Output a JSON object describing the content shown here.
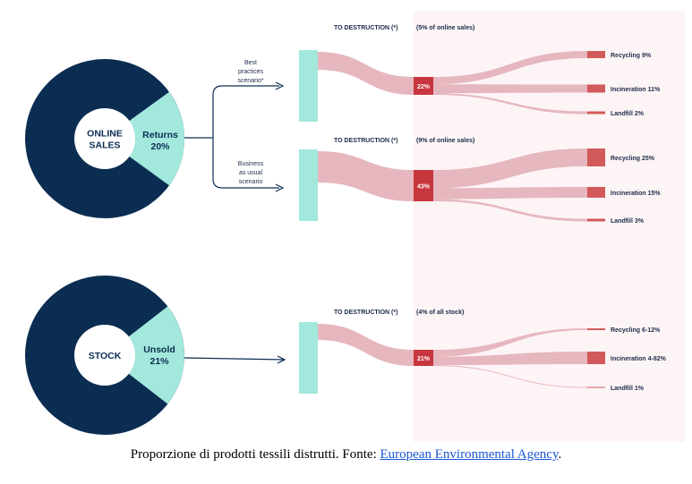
{
  "colors": {
    "navy": "#0b2d52",
    "mint": "#a3e8dc",
    "flow": "#e6b7bf",
    "node": "#c8363d",
    "outcome": "#d25a5a",
    "panel": "#fdf4f6",
    "text": "#1d2b4a"
  },
  "donuts": {
    "online": {
      "center_lines": [
        "ONLINE",
        "SALES"
      ],
      "slice_lines": [
        "Returns",
        "20%"
      ],
      "share": 0.2
    },
    "stock": {
      "center_lines": [
        "STOCK"
      ],
      "slice_lines": [
        "Unsold",
        "21%"
      ],
      "share": 0.21
    }
  },
  "branches": {
    "best_lines": [
      "Best",
      "practices",
      "scenario*"
    ],
    "usual_lines": [
      "Business",
      "as usual",
      "scenario"
    ]
  },
  "flows": [
    {
      "destruction_label": "TO DESTRUCTION (*)",
      "share_label": "(5% of online sales)",
      "node_label": "22%",
      "outcomes": [
        {
          "label": "Recycling 9%",
          "value": 9
        },
        {
          "label": "Incineration 11%",
          "value": 11
        },
        {
          "label": "Landfill 2%",
          "value": 2
        }
      ]
    },
    {
      "destruction_label": "TO DESTRUCTION (*)",
      "share_label": "(9% of online sales)",
      "node_label": "43%",
      "outcomes": [
        {
          "label": "Recycling 25%",
          "value": 25
        },
        {
          "label": "Incineration 15%",
          "value": 15
        },
        {
          "label": "Landfill 3%",
          "value": 3
        }
      ]
    },
    {
      "destruction_label": "TO DESTRUCTION (*)",
      "share_label": "(4% of all stock)",
      "node_label": "21%",
      "outcomes": [
        {
          "label": "Recycling 6-12%",
          "value": 9
        },
        {
          "label": "Incineration 4-82%",
          "value": 11
        },
        {
          "label": "Landfill 1%",
          "value": 1
        }
      ]
    }
  ],
  "caption": {
    "prefix": "Proporzione di prodotti tessili distrutti. Fonte: ",
    "link": "European Environmental Agency",
    "suffix": "."
  }
}
